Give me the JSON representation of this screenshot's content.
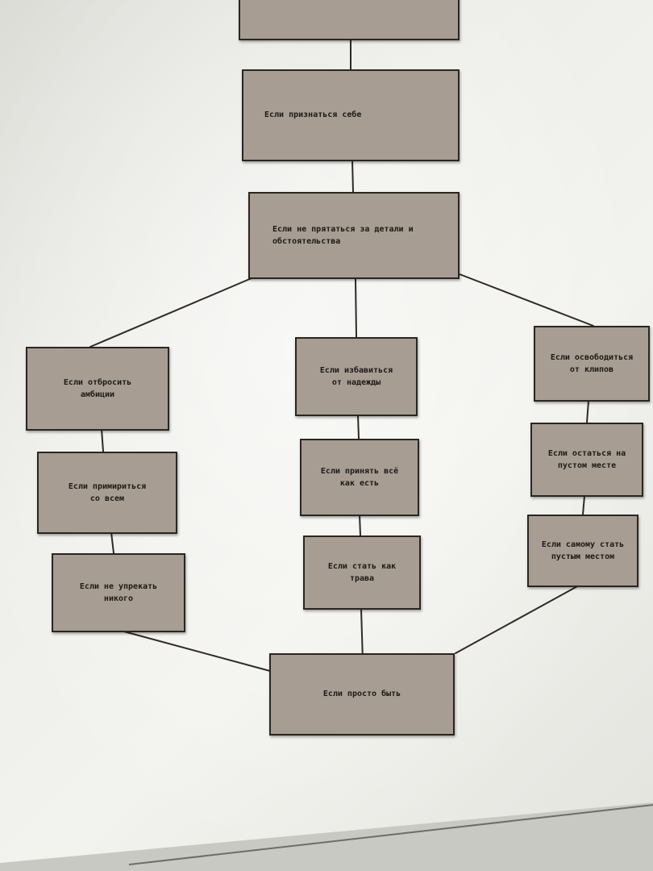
{
  "diagram": {
    "nodes": {
      "top_cut": "",
      "n1": "Если признаться себе",
      "n2": "Если не прятаться за детали и\nобстоятельства",
      "left1": "Если отбросить\nамбиции",
      "left2": "Если примириться\nсо всем",
      "left3": "Если не упрекать\nникого",
      "mid1": "Если избавиться\nот надежды",
      "mid2": "Если принять всё\nкак есть",
      "mid3": "Если стать как\nтрава",
      "right1": "Если освободиться\nот клипов",
      "right2": "Если остаться на\nпустом месте",
      "right3": "Если самому стать\nпустым местом",
      "bottom": "Если просто быть"
    }
  }
}
